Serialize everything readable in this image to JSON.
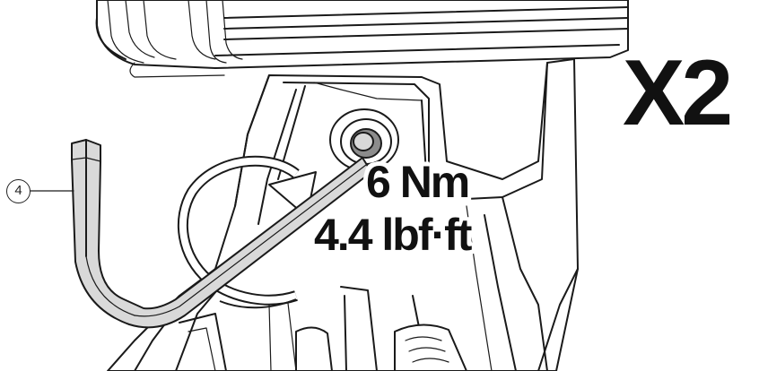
{
  "figure": {
    "quantity_label": "X2",
    "torque_metric": "6 Nm",
    "torque_imperial": "4.4 lbf·ft",
    "callout_number": "4"
  },
  "icons": {
    "tool": "hex-key-icon",
    "rotation": "rotation-arrow-icon"
  },
  "colors": {
    "line": "#1a1a1a",
    "tool_fill": "#d9d9d9",
    "background": "#ffffff"
  }
}
